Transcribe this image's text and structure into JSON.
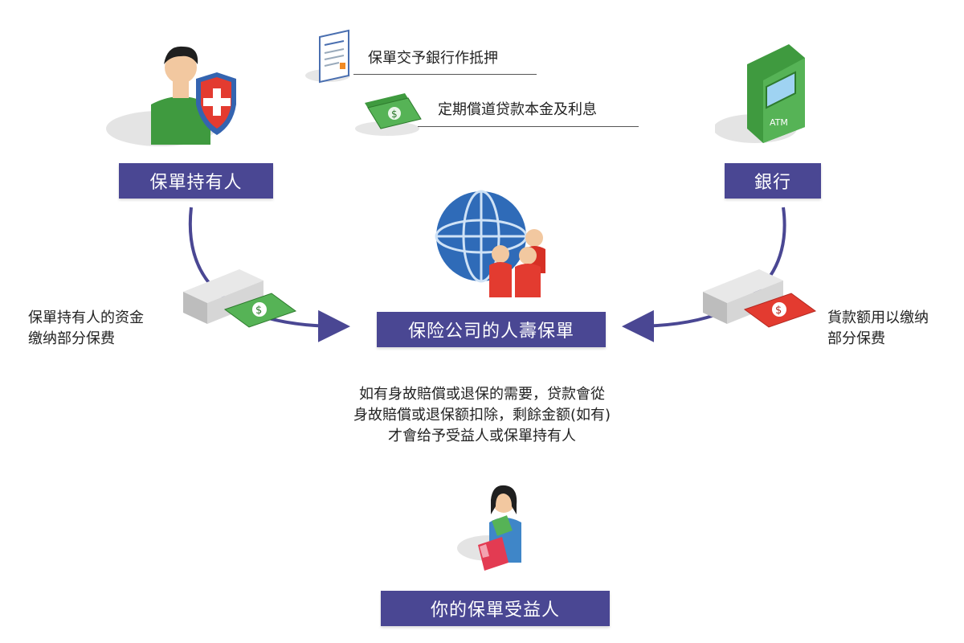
{
  "top_notes": {
    "mortgage": "保單交予銀行作抵押",
    "repay": "定期償道贷款本金及利息"
  },
  "nodes": {
    "holder": "保單持有人",
    "bank": "銀行",
    "insurer": "保险公司的人壽保單",
    "beneficiary": "你的保單受益人"
  },
  "side_notes": {
    "holder_pay": [
      "保單持有人的资金",
      "缴纳部分保费"
    ],
    "loan_pay": [
      "貨款额用以缴纳",
      "部分保费"
    ]
  },
  "center_note": [
    "如有身故賠償或退保的需要，贷款會從",
    "身故賠償或退保额扣除，剩餘金额(如有)",
    "才會给予受益人或保單持有人"
  ],
  "atm_text": "ATM",
  "colors": {
    "box": "#4a4793",
    "arrow": "#4a4793",
    "green": "#4ca34a",
    "red": "#e23a2f",
    "globe": "#2f6bb8"
  }
}
